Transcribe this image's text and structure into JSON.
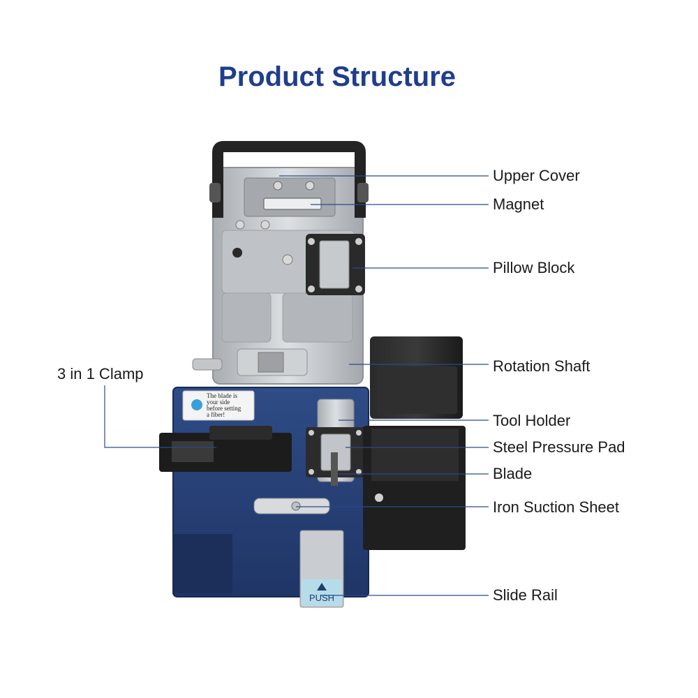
{
  "title": "Product Structure",
  "sticker": {
    "lines": [
      "The blade is",
      "your side",
      "before setting",
      "a fiber!"
    ]
  },
  "push_label": "PUSH",
  "labels": {
    "upper_cover": "Upper Cover",
    "magnet": "Magnet",
    "pillow_block": "Pillow Block",
    "rotation_shaft": "Rotation Shaft",
    "tool_holder": "Tool Holder",
    "steel_pressure_pad": "Steel Pressure Pad",
    "blade": "Blade",
    "iron_suction_sheet": "Iron Suction Sheet",
    "slide_rail": "Slide Rail",
    "clamp": "3 in 1 Clamp"
  },
  "colors": {
    "title": "#1f3e8c",
    "leader": "#2b4a8a",
    "body_blue": "#243e74",
    "silver": "#c9ccd0",
    "black_part": "#1c1c1c"
  }
}
